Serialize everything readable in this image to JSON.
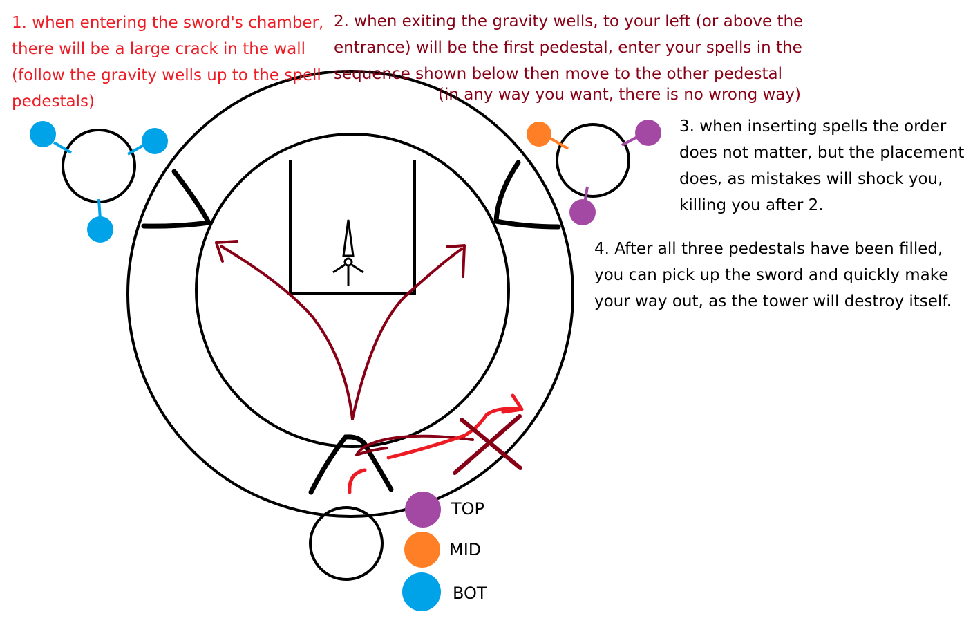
{
  "notes": {
    "step1": "1. when entering the sword's chamber,\nthere will be a large crack in the wall\n(follow the gravity wells up to the spell\npedestals)",
    "step2_main": "2. when exiting the gravity wells, to your left (or above the\nentrance) will be the first pedestal, enter your spells in the\nsequence shown below then move to the other pedestal",
    "step2_sub": "(in any way you want, there is no wrong way)",
    "step3": "3. when inserting spells the order\ndoes not matter, but the placement\ndoes, as mistakes will shock you,\nkilling you after 2.",
    "step4": "4. After all three pedestals have been filled,\nyou can pick up the sword and quickly make\nyour way out, as the tower will destroy itself."
  },
  "legend": [
    {
      "label": "TOP",
      "color": "#a349a4"
    },
    {
      "label": "MID",
      "color": "#ff7f27"
    },
    {
      "label": "BOT",
      "color": "#00a2e8"
    }
  ],
  "colors": {
    "step1_text": "#ed1c24",
    "step2_text": "#880015",
    "step3_text": "#000000",
    "route_dark": "#880015",
    "route_light": "#ed1c24",
    "outline": "#000000"
  },
  "icons": {
    "sword": "sword-icon",
    "wrong_way": "x-mark-icon"
  }
}
